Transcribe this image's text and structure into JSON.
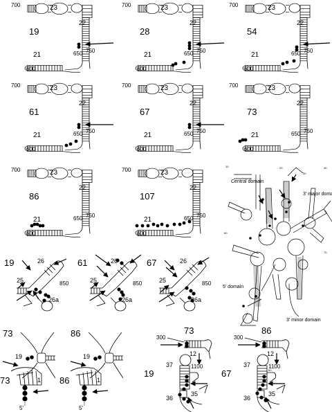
{
  "figure": {
    "long_panels": [
      {
        "id": "19",
        "labels": {
          "h700": "700",
          "h23": "23",
          "h22": "22",
          "h650": "650",
          "h750": "750",
          "h21": "21",
          "h600": "600"
        }
      },
      {
        "id": "28",
        "labels": {
          "h700": "700",
          "h23": "23",
          "h22": "22",
          "h650": "650",
          "h750": "750",
          "h21": "21",
          "h600": "600"
        }
      },
      {
        "id": "54",
        "labels": {
          "h700": "700",
          "h23": "23",
          "h22": "22",
          "h650": "650",
          "h750": "750",
          "h21": "21",
          "h600": "600"
        }
      },
      {
        "id": "61",
        "labels": {
          "h700": "700",
          "h23": "23",
          "h22": "22",
          "h650": "650",
          "h750": "750",
          "h21": "21",
          "h600": "600"
        }
      },
      {
        "id": "67",
        "labels": {
          "h700": "700",
          "h23": "23",
          "h22": "22",
          "h650": "650",
          "h750": "750",
          "h21": "21",
          "h600": "600"
        }
      },
      {
        "id": "73",
        "labels": {
          "h700": "700",
          "h23": "23",
          "h22": "22",
          "h650": "650",
          "h750": "750",
          "h21": "21",
          "h600": "600"
        }
      },
      {
        "id": "86",
        "labels": {
          "h700": "700",
          "h23": "23",
          "h22": "22",
          "h650": "650",
          "h750": "750",
          "h21": "21",
          "h600": "600"
        }
      },
      {
        "id": "107",
        "labels": {
          "h700": "700",
          "h23": "23",
          "h22": "22",
          "h650": "650",
          "h750": "750",
          "h21": "21",
          "h600": "600"
        }
      }
    ],
    "overview": {
      "central": "Central domain",
      "major3": "3' major domain",
      "domain5": "5' domain",
      "minor3": "3' minor domain"
    },
    "h26_panels": [
      {
        "id": "19",
        "h25": "25",
        "h26": "26",
        "h850": "850",
        "h26a": "26a"
      },
      {
        "id": "61",
        "h25": "25",
        "h26": "26",
        "h850": "850",
        "h26a": "26a"
      },
      {
        "id": "67",
        "h25": "25",
        "h26": "26",
        "h850": "850",
        "h26a": "26a"
      }
    ],
    "h19_panels": [
      {
        "id": "73",
        "h19": "19"
      },
      {
        "id": "86",
        "h19": "19"
      }
    ],
    "h12_panels": [
      {
        "id": "73",
        "h300": "300",
        "h12": "12"
      },
      {
        "id": "86",
        "h300": "300",
        "h12": "12"
      }
    ],
    "h1_panels": [
      {
        "id": "73",
        "h1": "1",
        "end5": "5'"
      },
      {
        "id": "86",
        "h1": "1",
        "end5": "5'"
      }
    ],
    "h35_panels": [
      {
        "id": "19",
        "h37": "37",
        "h1100": "1100",
        "h36": "36",
        "h35": "35"
      },
      {
        "id": "67",
        "h37": "37",
        "h1100": "1100",
        "h36": "36",
        "h35": "35"
      }
    ]
  }
}
